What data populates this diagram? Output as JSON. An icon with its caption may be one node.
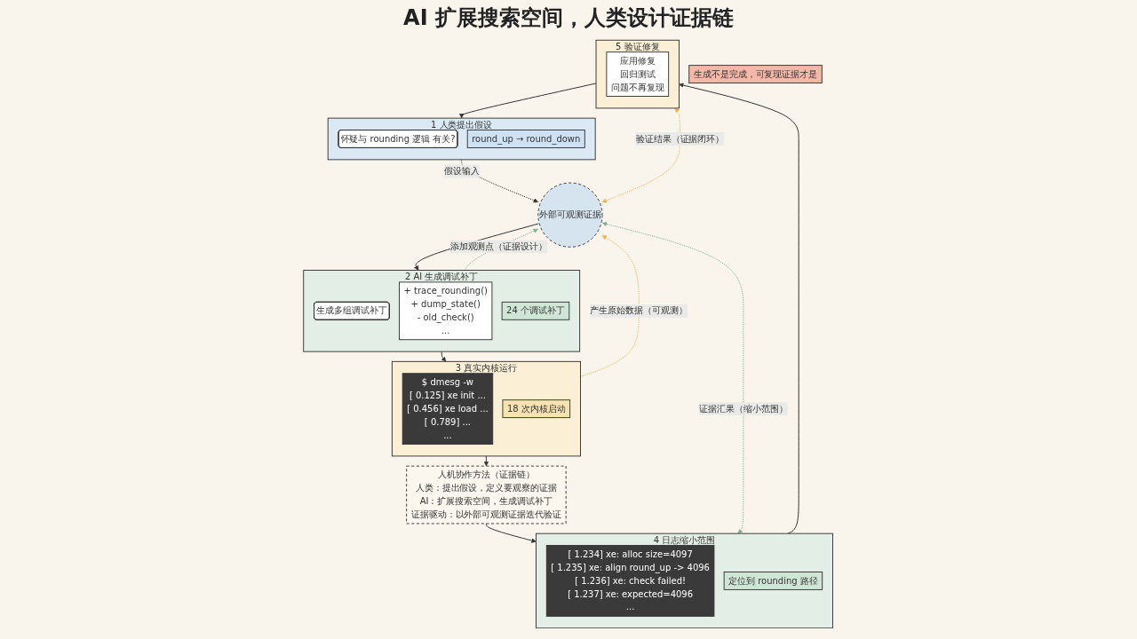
{
  "diagram": {
    "title": "AI 扩展搜索空间，人类设计证据链",
    "nodes": [
      {
        "text": [
          "1 人类提出假设"
        ]
      },
      {
        "text": [
          "怀疑与 rounding 逻辑 有关?"
        ],
        "in": 0
      },
      {
        "text": [
          "round_up → round_down"
        ],
        "in": 0
      },
      {
        "text": [
          "外部可观测证据"
        ]
      },
      {
        "text": [
          "2 AI 生成调试补丁"
        ]
      },
      {
        "text": [
          "生成多组调试补丁"
        ],
        "in": 4
      },
      {
        "text": [
          "+ trace_rounding()",
          "+ dump_state()",
          "- old_check()",
          "..."
        ],
        "in": 4
      },
      {
        "text": [
          "24 个调试补丁"
        ],
        "in": 4
      },
      {
        "text": [
          "3 真实内核运行"
        ]
      },
      {
        "text": [
          "$ dmesg -w",
          "[ 0.125] xe init ...",
          "[ 0.456] xe load ...",
          "[ 0.789] ...",
          "..."
        ],
        "in": 8
      },
      {
        "text": [
          "18 次内核启动"
        ],
        "in": 8
      },
      {
        "text": [
          "4 日志缩小范围"
        ]
      },
      {
        "text": [
          "[ 1.234] xe: alloc size=4097",
          "[ 1.235] xe: align round_up -> 4096",
          "[ 1.236] xe: check failed!",
          "[ 1.237] xe: expected=4096",
          "..."
        ],
        "in": 11
      },
      {
        "text": [
          "定位到 rounding 路径"
        ],
        "in": 11
      },
      {
        "text": [
          "5 验证修复"
        ]
      },
      {
        "text": [
          "应用修复",
          "回归测试",
          "问题不再复现"
        ],
        "in": 14
      },
      {
        "text": [
          "人机协作方法（证据链）",
          "人类：提出假设，定义要观察的证据",
          "AI：扩展搜索空间，生成调试补丁",
          "证据驱动：以外部可观测证据迭代验证"
        ]
      },
      {
        "text": [
          "生成不是完成，可复现证据才是"
        ]
      }
    ],
    "edges": [
      {
        "from": 0,
        "to": 3,
        "arrow": "to",
        "label": "假设输入",
        "style": "dashed"
      },
      {
        "from": 3,
        "to": 4,
        "arrow": "to"
      },
      {
        "from": 4,
        "to": 3,
        "arrow": "to",
        "label": "添加观测点（证据设计）",
        "style": "dashed",
        "color": "#7fb394"
      },
      {
        "from": 4,
        "to": 8,
        "arrow": "to"
      },
      {
        "from": 8,
        "to": 3,
        "arrow": "to",
        "label": "产生原始数据（可观测）",
        "style": "dashed",
        "color": "#e8b84a"
      },
      {
        "from": 8,
        "to": 16,
        "arrow": "to"
      },
      {
        "from": 16,
        "to": 11,
        "arrow": "to"
      },
      {
        "from": 11,
        "to": 3,
        "arrow": "both",
        "label": "证据汇果（缩小范围）",
        "style": "dashed",
        "color": "#7fb394"
      },
      {
        "from": 14,
        "to": 3,
        "arrow": "both",
        "label": "验证结果（证据闭环）",
        "style": "dashed",
        "color": "#e8b84a"
      },
      {
        "from": 11,
        "to": 14,
        "arrow": "to"
      },
      {
        "from": 14,
        "to": 0,
        "arrow": "to"
      }
    ]
  }
}
